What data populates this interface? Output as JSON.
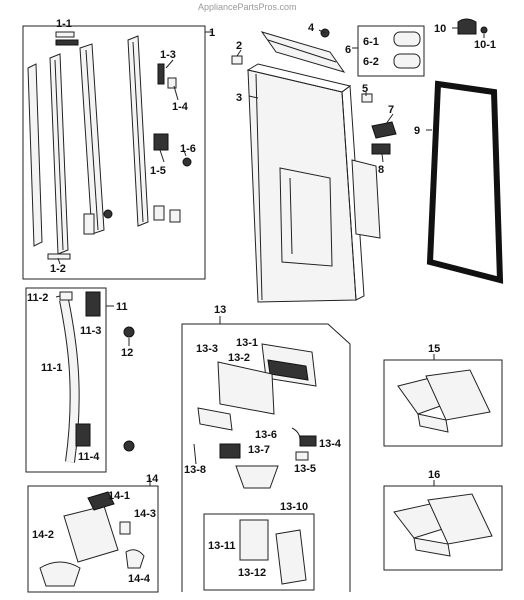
{
  "watermark": "AppliancePartsPros.com",
  "labels": {
    "l1": "1",
    "l1_1": "1-1",
    "l1_2": "1-2",
    "l1_3": "1-3",
    "l1_4": "1-4",
    "l1_5": "1-5",
    "l1_6": "1-6",
    "l2": "2",
    "l3": "3",
    "l4": "4",
    "l5": "5",
    "l6": "6",
    "l6_1": "6-1",
    "l6_2": "6-2",
    "l7": "7",
    "l8": "8",
    "l9": "9",
    "l10": "10",
    "l10_1": "10-1",
    "l11": "11",
    "l11_1": "11-1",
    "l11_2": "11-2",
    "l11_3": "11-3",
    "l11_4": "11-4",
    "l12": "12",
    "l13": "13",
    "l13_1": "13-1",
    "l13_2": "13-2",
    "l13_3": "13-3",
    "l13_4": "13-4",
    "l13_5": "13-5",
    "l13_6": "13-6",
    "l13_7": "13-7",
    "l13_8": "13-8",
    "l13_10": "13-10",
    "l13_11": "13-11",
    "l13_12": "13-12",
    "l14": "14",
    "l14_1": "14-1",
    "l14_2": "14-2",
    "l14_3": "14-3",
    "l14_4": "14-4",
    "l15": "15",
    "l16": "16"
  }
}
